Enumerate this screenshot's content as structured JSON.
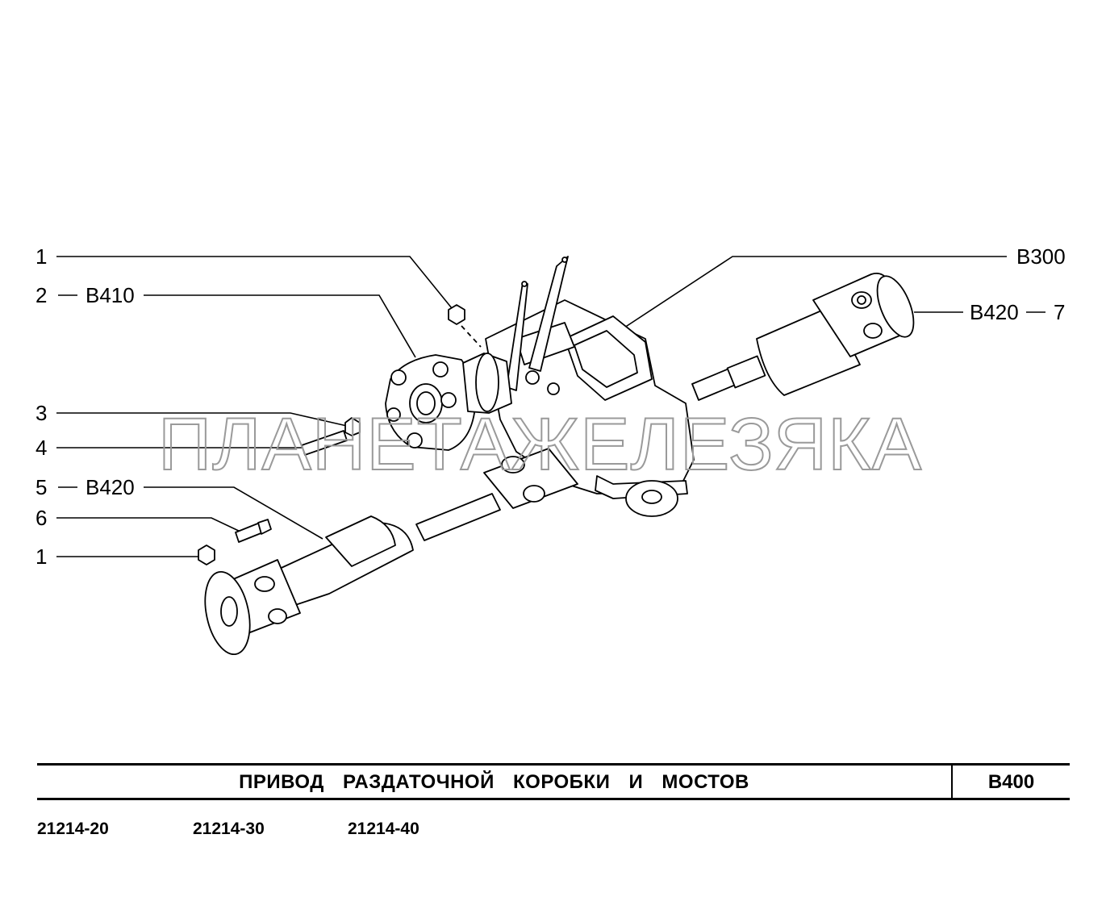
{
  "callouts": {
    "c1_top": "1",
    "c2": "2",
    "c2_ref": "B410",
    "c3": "3",
    "c4": "4",
    "c5": "5",
    "c5_ref": "B420",
    "c6": "6",
    "c1_bottom": "1",
    "b300": "B300",
    "b420_right": "B420",
    "c7": "7"
  },
  "watermark": "ПЛАНЕТАЖЕЛЕЗЯКА",
  "title_block": {
    "title": "ПРИВОД РАЗДАТОЧНОЙ КОРОБКИ И МОСТОВ",
    "code": "B400"
  },
  "models": [
    "21214-20",
    "21214-30",
    "21214-40"
  ]
}
